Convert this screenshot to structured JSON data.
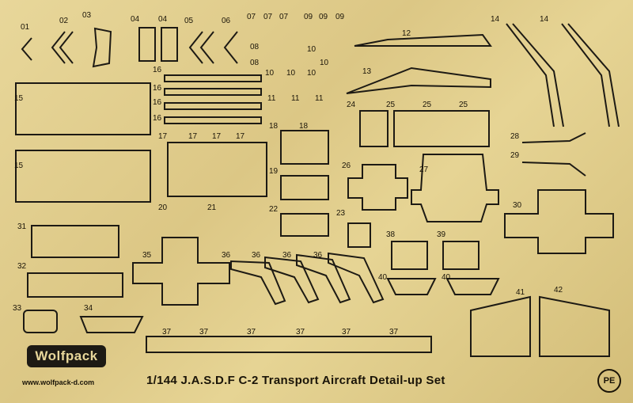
{
  "brand": "Wolfpack",
  "website": "www.wolfpack-d.com",
  "title": "1/144   J.A.S.D.F   C-2 Transport Aircraft Detail-up Set",
  "pe_mark": "PE",
  "colors": {
    "brass": "#dcc785",
    "ink": "#1d1a14"
  },
  "part_numbers": [
    "01",
    "02",
    "03",
    "04",
    "04",
    "05",
    "06",
    "07",
    "07",
    "07",
    "09",
    "09",
    "09",
    "08",
    "08",
    "10",
    "10",
    "10",
    "10",
    "10",
    "11",
    "11",
    "11",
    "12",
    "13",
    "14",
    "14",
    "15",
    "15",
    "16",
    "16",
    "16",
    "16",
    "17",
    "17",
    "17",
    "17",
    "18",
    "18",
    "19",
    "20",
    "21",
    "22",
    "23",
    "24",
    "25",
    "25",
    "25",
    "26",
    "27",
    "28",
    "29",
    "30",
    "31",
    "32",
    "33",
    "34",
    "35",
    "36",
    "36",
    "36",
    "36",
    "37",
    "37",
    "37",
    "37",
    "37",
    "37",
    "38",
    "39",
    "40",
    "40",
    "41",
    "42"
  ]
}
